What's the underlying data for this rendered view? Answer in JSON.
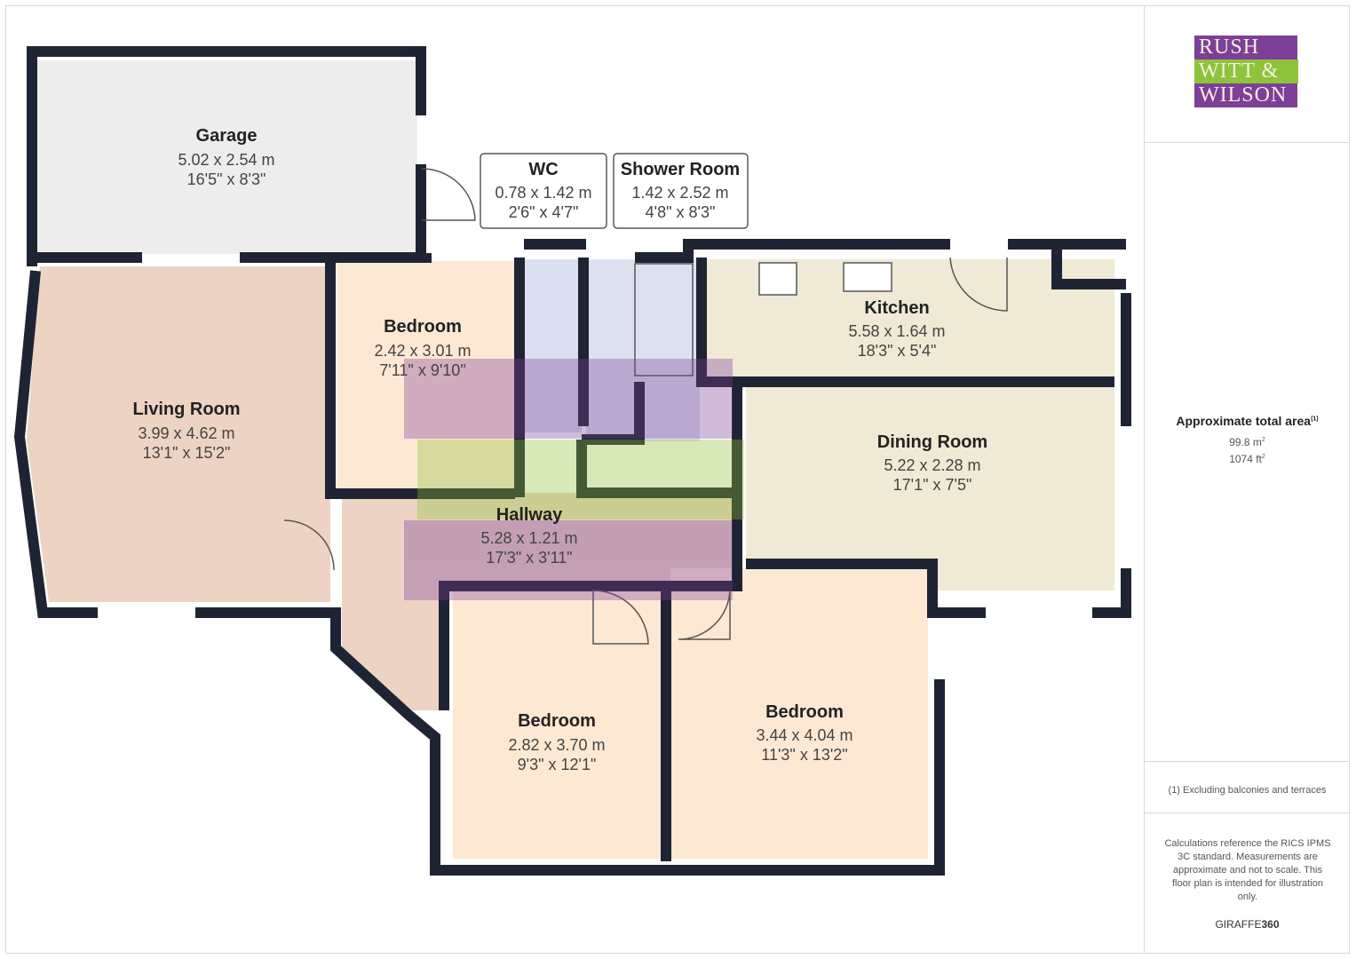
{
  "logo": {
    "line1": "RUSH",
    "line2": "WITT &",
    "line3": "WILSON"
  },
  "colors": {
    "wall": "#1e2433",
    "logo_purple": "#7d3f98",
    "logo_green": "#8fc33a"
  },
  "rooms": [
    {
      "name": "Garage",
      "metric": "5.02 x 2.54 m",
      "imperial": "16'5\" x 8'3\""
    },
    {
      "name": "Living Room",
      "metric": "3.99 x 4.62 m",
      "imperial": "13'1\" x 15'2\""
    },
    {
      "name": "Bedroom",
      "metric": "2.42 x 3.01 m",
      "imperial": "7'11\" x 9'10\""
    },
    {
      "name": "WC",
      "metric": "0.78 x 1.42 m",
      "imperial": "2'6\" x 4'7\""
    },
    {
      "name": "Shower Room",
      "metric": "1.42 x 2.52 m",
      "imperial": "4'8\" x 8'3\""
    },
    {
      "name": "Kitchen",
      "metric": "5.58 x 1.64 m",
      "imperial": "18'3\" x 5'4\""
    },
    {
      "name": "Dining Room",
      "metric": "5.22 x 2.28 m",
      "imperial": "17'1\" x 7'5\""
    },
    {
      "name": "Hallway",
      "metric": "5.28 x 1.21 m",
      "imperial": "17'3\" x 3'11\""
    },
    {
      "name": "Bedroom",
      "metric": "2.82 x 3.70 m",
      "imperial": "9'3\" x 12'1\""
    },
    {
      "name": "Bedroom",
      "metric": "3.44 x 4.04 m",
      "imperial": "11'3\" x 13'2\""
    }
  ],
  "summary": {
    "title": "Approximate total area",
    "footnote_mark": "(1)",
    "area_m": "99.8 m",
    "area_ft": "1074 ft",
    "sq": "2"
  },
  "note": "(1) Excluding balconies and terraces",
  "disclaimer": "Calculations reference the RICS IPMS 3C standard. Measurements are approximate and not to scale. This floor plan is intended for illustration only.",
  "brand": {
    "a": "GIRAFFE",
    "b": "360"
  }
}
